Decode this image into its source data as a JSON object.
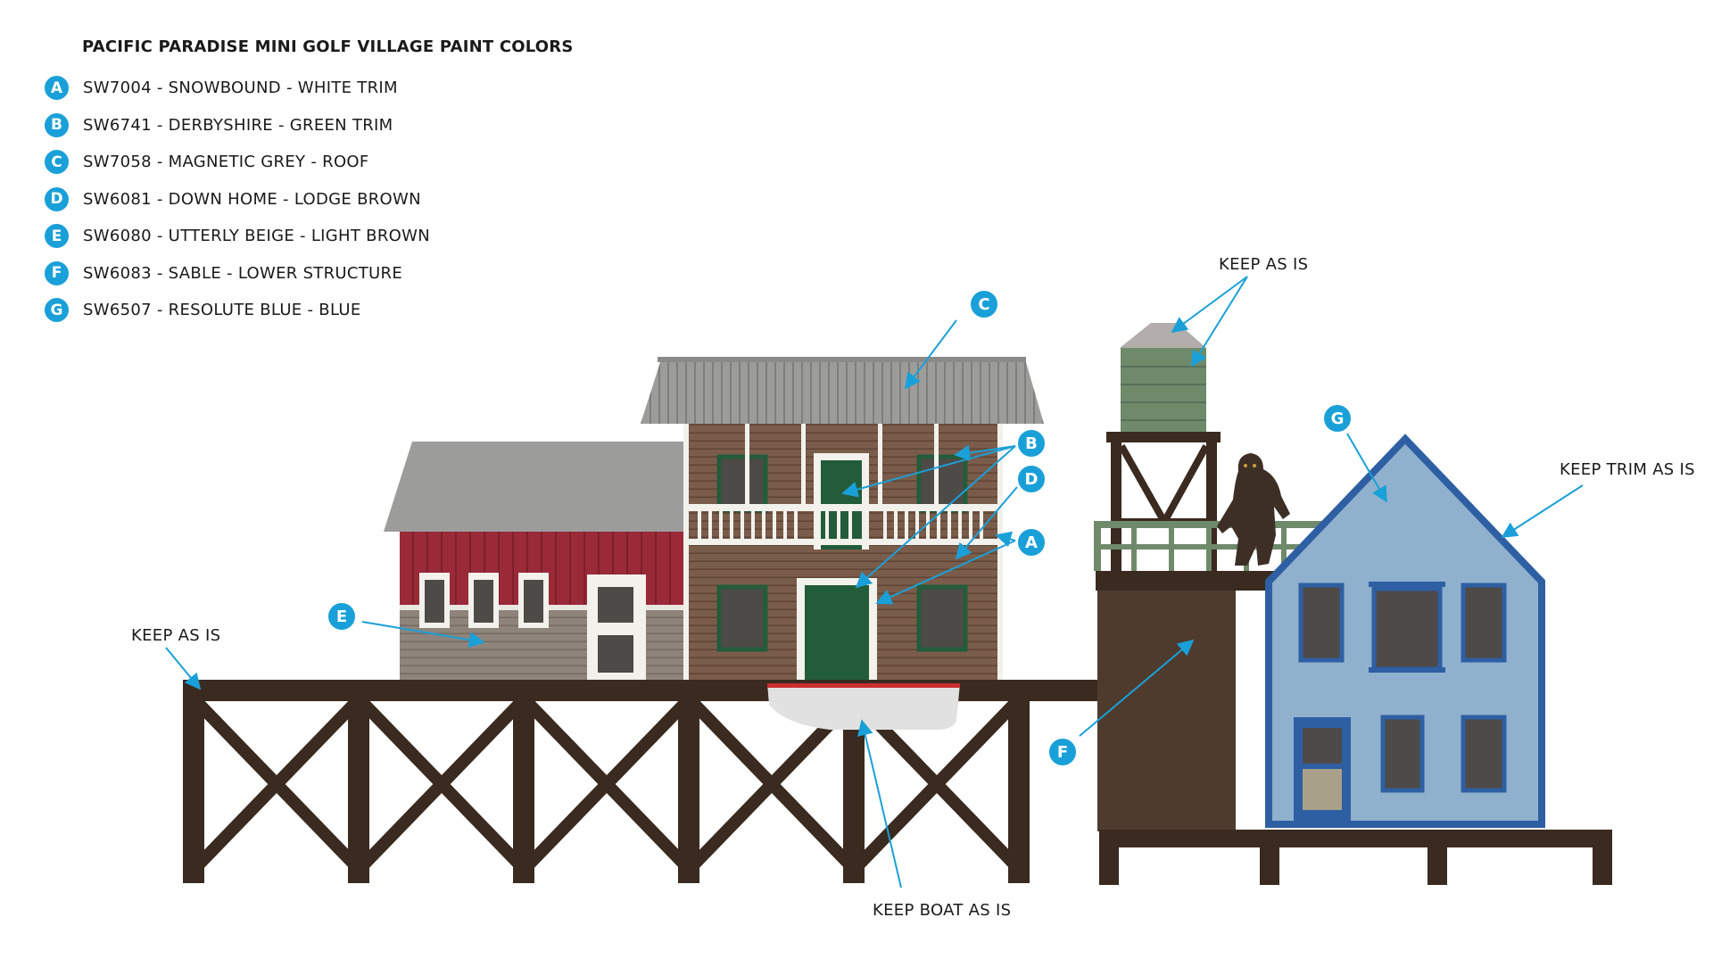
{
  "legend": {
    "title": "PACIFIC PARADISE MINI GOLF VILLAGE PAINT COLORS",
    "items": [
      {
        "letter": "A",
        "text": "SW7004 - SNOWBOUND - WHITE TRIM",
        "color": "#f2f1ec"
      },
      {
        "letter": "B",
        "text": "SW6741 - DERBYSHIRE - GREEN TRIM",
        "color": "#235c3a"
      },
      {
        "letter": "C",
        "text": "SW7058 - MAGNETIC GREY - ROOF",
        "color": "#9c9d9b"
      },
      {
        "letter": "D",
        "text": "SW6081 - DOWN HOME - LODGE BROWN",
        "color": "#7a5c4a"
      },
      {
        "letter": "E",
        "text": "SW6080 - UTTERLY BEIGE - LIGHT BROWN",
        "color": "#8f847b"
      },
      {
        "letter": "F",
        "text": "SW6083 - SABLE - LOWER STRUCTURE",
        "color": "#4e3b2d"
      },
      {
        "letter": "G",
        "text": "SW6507 - RESOLUTE BLUE - BLUE",
        "color": "#2f5fa3"
      }
    ]
  },
  "notes": {
    "keep_as_is_left": "KEEP AS IS",
    "keep_as_is_tank": "KEEP AS IS",
    "keep_trim": "KEEP TRIM AS IS",
    "keep_boat": "KEEP BOAT AS IS"
  },
  "callouts": {
    "a": "A",
    "b": "B",
    "c": "C",
    "d": "D",
    "e": "E",
    "f": "F",
    "g": "G"
  },
  "colors": {
    "accent": "#1aa0d8",
    "barn_red": "#9a2a37",
    "tank_green": "#6f8a6b",
    "light_blue": "#8fb1ce"
  }
}
